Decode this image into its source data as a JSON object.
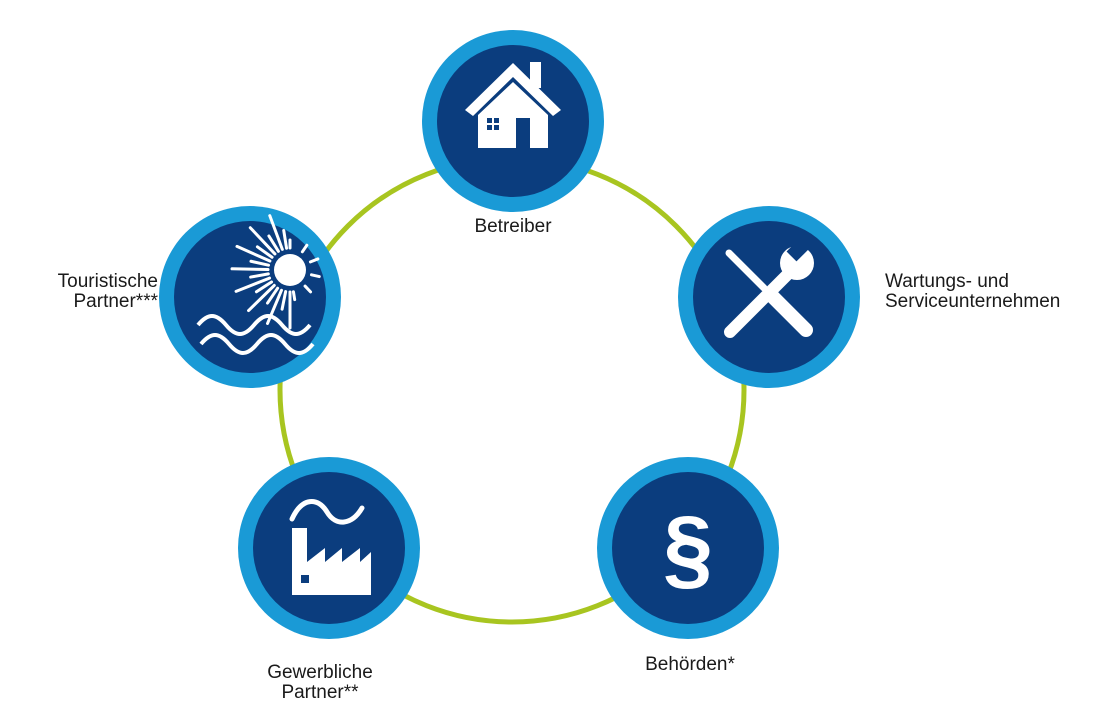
{
  "colors": {
    "ring": "#a8c520",
    "outer_circle": "#1a9ad6",
    "inner_circle": "#0b3d7e",
    "icon": "#ffffff",
    "text": "#1a1a1a"
  },
  "nodes": [
    {
      "id": "betreiber",
      "icon": "house-icon",
      "label_lines": [
        "Betreiber"
      ]
    },
    {
      "id": "wartung",
      "icon": "wrench-screwdriver-icon",
      "label_lines": [
        "Wartungs- und",
        "Serviceunternehmen"
      ]
    },
    {
      "id": "behoerden",
      "icon": "paragraph-icon",
      "icon_glyph": "§",
      "label_lines": [
        "Behörden*"
      ]
    },
    {
      "id": "gewerbliche",
      "icon": "factory-icon",
      "label_lines": [
        "Gewerbliche",
        "Partner**"
      ]
    },
    {
      "id": "touristische",
      "icon": "sun-waves-icon",
      "label_lines": [
        "Touristische",
        "Partner***"
      ]
    }
  ]
}
